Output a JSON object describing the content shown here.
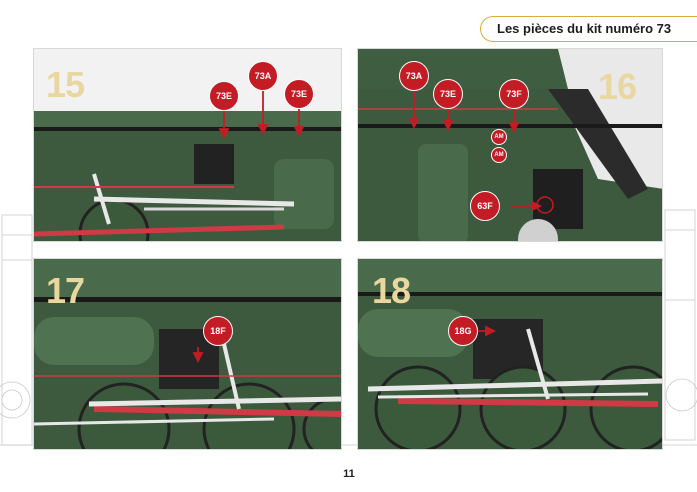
{
  "header": {
    "title": "Les pièces du kit numéro 73"
  },
  "panels": [
    {
      "step": "15",
      "parts": [
        "73A",
        "73E",
        "73E"
      ]
    },
    {
      "step": "16",
      "parts": [
        "73A",
        "73E",
        "73F",
        "AM",
        "AM",
        "63F"
      ]
    },
    {
      "step": "17",
      "parts": [
        "18F"
      ]
    },
    {
      "step": "18",
      "parts": [
        "18G"
      ]
    }
  ],
  "footer": {
    "page_number": "11"
  },
  "colors": {
    "accent": "#e0a93a",
    "badge": "#c41c25",
    "step_number": "#e8d7a0",
    "loco_green": "#3d5a3e"
  }
}
